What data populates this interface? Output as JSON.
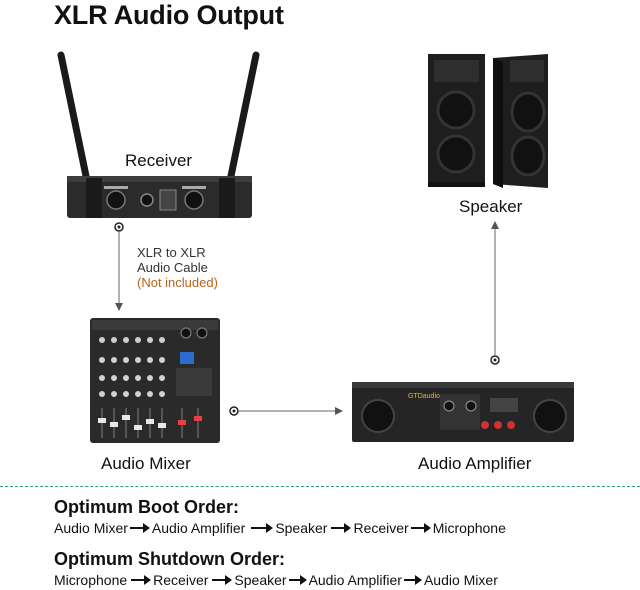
{
  "title": "XLR Audio Output",
  "devices": {
    "receiver": "Receiver",
    "speaker": "Speaker",
    "mixer": "Audio Mixer",
    "amplifier": "Audio Amplifier"
  },
  "cable": {
    "line1": "XLR to XLR",
    "line2": "Audio Cable",
    "note": "(Not included)"
  },
  "amp_brand": "GTDaudio",
  "boot_order": {
    "title": "Optimum Boot Order:",
    "steps": [
      "Audio Mixer",
      "Audio Amplifier",
      "Speaker",
      "Receiver",
      "Microphone"
    ]
  },
  "shutdown_order": {
    "title": "Optimum Shutdown Order:",
    "steps": [
      "Microphone",
      "Receiver",
      "Speaker",
      "Audio Amplifier",
      "Audio Mixer"
    ]
  },
  "colors": {
    "divider": "#2f9e6a",
    "note": "#b5651d"
  }
}
